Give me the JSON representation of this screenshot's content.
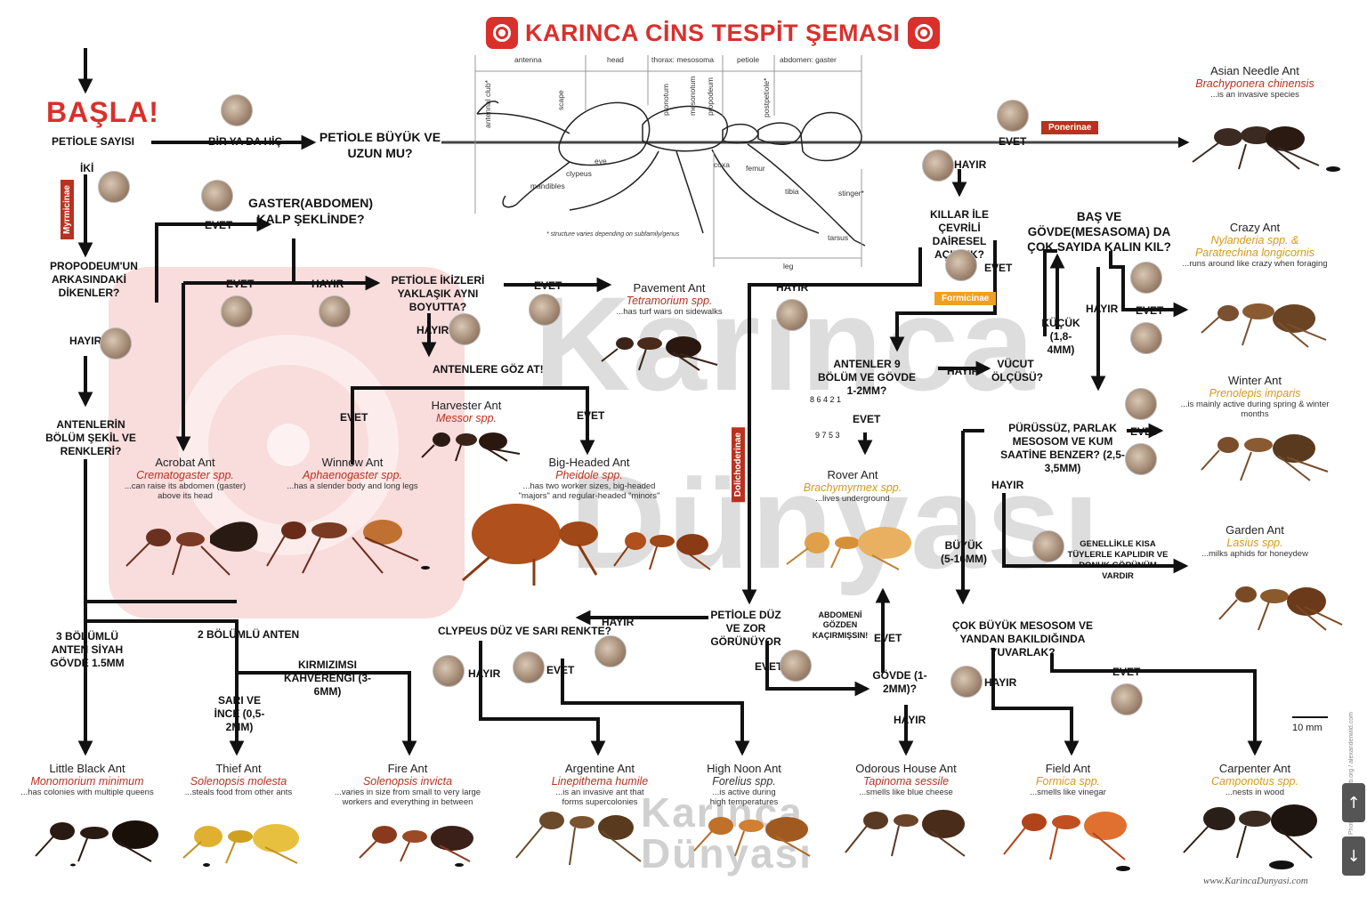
{
  "title": "KARINCA CİNS TESPİT ŞEMASI",
  "start": "BAŞLA!",
  "colors": {
    "accent": "#d9302c",
    "sci_red": "#b8321f",
    "sci_gold": "#d49a18",
    "formicinae": "#f0a020"
  },
  "icons": {
    "title_logo": "karinca-dunyasi-logo-icon"
  },
  "watermark": {
    "line1": "Karınca",
    "line2": "Dünyası"
  },
  "website": "www.KarincaDunyasi.com",
  "scale_label": "10 mm",
  "credits": "Photos from antweb.org / alexanderwild.com",
  "diagram": {
    "segments": [
      "antenna",
      "head",
      "thorax: mesosoma",
      "petiole",
      "abdomen: gaster"
    ],
    "vertical_labels": [
      "antennal club*",
      "scape",
      "pronotum",
      "mesonotum",
      "propodeum",
      "postpetiole*"
    ],
    "labels": [
      "eye",
      "clypeus",
      "mandibles",
      "coxa",
      "femur",
      "tibia",
      "tarsus",
      "stinger*",
      "leg"
    ],
    "footnote": "* structure varies depending on subfamily/genus"
  },
  "subfamilies": {
    "myrmicinae": "Myrmicinae",
    "ponerinae": "Ponerinae",
    "formicinae": "Formicinae",
    "dolichoderinae": "Dolichoderinae"
  },
  "nodes": {
    "petiole_count": "PETİOLE SAYISI",
    "iki": "İKİ",
    "bir_ya_da_hic": "BİR YA DA HİÇ",
    "petiole_big": "PETİOLE BÜYÜK VE UZUN MU?",
    "evet_ponerinae": "EVET",
    "hayir_ponerinae": "HAYIR",
    "propodeum": "PROPODEUM'UN ARKASINDAKİ DİKENLER?",
    "hayir_propodeum": "HAYIR",
    "evet_gaster": "EVET",
    "gaster_heart": "GASTER(ABDOMEN) KALP ŞEKLİNDE?",
    "evet_acrobat": "EVET",
    "hayir_gaster": "HAYIR",
    "petiole_twins": "PETİOLE İKİZLERİ YAKLAŞIK AYNI BOYUTTA?",
    "evet_pavement": "EVET",
    "hayir_twins": "HAYIR",
    "antennae_look": "ANTENLERE GÖZ AT!",
    "evet_winnow": "EVET",
    "evet_bighead": "EVET",
    "antenna_segments": "ANTENLERİN BÖLÜM ŞEKİL VE RENKLERİ?",
    "three_seg": "3 BÖLÜMLÜ ANTEN SİYAH GÖVDE 1.5MM",
    "two_seg": "2 BÖLÜMLÜ ANTEN",
    "red_brown": "KIRMIZIMSI KAHVERENGİ (3-6MM)",
    "yellow_thin": "SARI VE İNCE (0,5-2MM)",
    "hair_circle": "KILLAR İLE ÇEVRİLİ DAİRESEL AÇIKLIK?",
    "evet_hair": "EVET",
    "hayir_hair": "HAYIR",
    "antenna_9": "ANTENLER 9 BÖLÜM VE GÖVDE 1-2MM?",
    "antenna_nums_top": "8 6 4 2 1",
    "antenna_nums_bottom": "9 7 5 3",
    "evet_rover": "EVET",
    "hayir_9": "HAYIR",
    "body_size": "VÜCUT ÖLÇÜSÜ?",
    "small": "KÜÇÜK (1,8-4MM)",
    "big": "BÜYÜK (5-16MM)",
    "thick_hair": "BAŞ VE GÖVDE(MESASOMA) DA ÇOK SAYIDA KALIN KIL?",
    "hayir_thick": "HAYIR",
    "evet_crazy": "EVET",
    "smooth_shiny": "PÜRÜSSÜZ, PARLAK MESOSOM VE KUM SAATİNE BENZER? (2,5-3,5MM)",
    "evet_winter": "EVET",
    "hayir_smooth": "HAYIR",
    "short_hair": "GENELLİKLE KISA TÜYLERLE KAPLIDIR VE DONUK GÖRÜNÜM VARDIR",
    "big_mesosoma": "ÇOK BÜYÜK MESOSOM VE YANDAN BAKILDIĞINDA YUVARLAK?",
    "hayir_field": "HAYIR",
    "evet_carpenter": "EVET",
    "petiole_flat": "PETİOLE DÜZ VE ZOR GÖRÜNÜYOR",
    "hayir_flat": "HAYIR",
    "evet_flat": "EVET",
    "clypeus": "CLYPEUS DÜZ VE SARI RENKTE?",
    "hayir_clypeus": "HAYIR",
    "evet_clypeus": "EVET",
    "body_12": "GÖVDE (1-2MM)?",
    "evet_body": "EVET",
    "hayir_body": "HAYIR",
    "abdomen_hint": "ABDOMENİ GÖZDEN KAÇIRMIŞSIN!"
  },
  "species": [
    {
      "id": "asian-needle",
      "name": "Asian Needle Ant",
      "sci": "Brachyponera chinensis",
      "note": "...is an invasive species",
      "gold": false
    },
    {
      "id": "crazy",
      "name": "Crazy Ant",
      "sci": "Nylanderia spp. & Paratrechina longicornis",
      "note": "...runs around like crazy when foraging",
      "gold": true
    },
    {
      "id": "winter",
      "name": "Winter Ant",
      "sci": "Prenolepis imparis",
      "note": "...is mainly active during spring & winter months",
      "gold": true
    },
    {
      "id": "garden",
      "name": "Garden Ant",
      "sci": "Lasius spp.",
      "note": "...milks aphids for honeydew",
      "gold": true
    },
    {
      "id": "pavement",
      "name": "Pavement Ant",
      "sci": "Tetramorium spp.",
      "note": "...has turf wars on sidewalks",
      "gold": false
    },
    {
      "id": "harvester",
      "name": "Harvester Ant",
      "sci": "Messor spp.",
      "note": "",
      "gold": false
    },
    {
      "id": "acrobat",
      "name": "Acrobat Ant",
      "sci": "Crematogaster spp.",
      "note": "...can raise its abdomen (gaster) above its head",
      "gold": false
    },
    {
      "id": "winnow",
      "name": "Winnow Ant",
      "sci": "Aphaenogaster spp.",
      "note": "...has a slender body and long legs",
      "gold": false
    },
    {
      "id": "bighead",
      "name": "Big-Headed Ant",
      "sci": "Pheidole spp.",
      "note": "...has two worker sizes, big-headed \"majors\" and regular-headed \"minors\"",
      "gold": false
    },
    {
      "id": "rover",
      "name": "Rover Ant",
      "sci": "Brachymyrmex spp.",
      "note": "...lives underground",
      "gold": true
    },
    {
      "id": "little-black",
      "name": "Little Black Ant",
      "sci": "Monomorium minimum",
      "note": "...has colonies with multiple queens",
      "gold": false
    },
    {
      "id": "thief",
      "name": "Thief Ant",
      "sci": "Solenopsis molesta",
      "note": "...steals food from other ants",
      "gold": false
    },
    {
      "id": "fire",
      "name": "Fire Ant",
      "sci": "Solenopsis invicta",
      "note": "...varies in size from small to very large workers and everything in between",
      "gold": false
    },
    {
      "id": "argentine",
      "name": "Argentine Ant",
      "sci": "Linepithema humile",
      "note": "...is an invasive ant that forms supercolonies",
      "gold": false
    },
    {
      "id": "high-noon",
      "name": "High Noon Ant",
      "sci": "Forelius spp.",
      "note": "...is active during high temperatures",
      "gold": false
    },
    {
      "id": "odorous",
      "name": "Odorous House Ant",
      "sci": "Tapinoma sessile",
      "note": "...smells like blue cheese",
      "gold": false
    },
    {
      "id": "field",
      "name": "Field Ant",
      "sci": "Formica spp.",
      "note": "...smells like vinegar",
      "gold": true
    },
    {
      "id": "carpenter",
      "name": "Carpenter Ant",
      "sci": "Camponotus spp.",
      "note": "...nests in wood",
      "gold": true
    }
  ]
}
